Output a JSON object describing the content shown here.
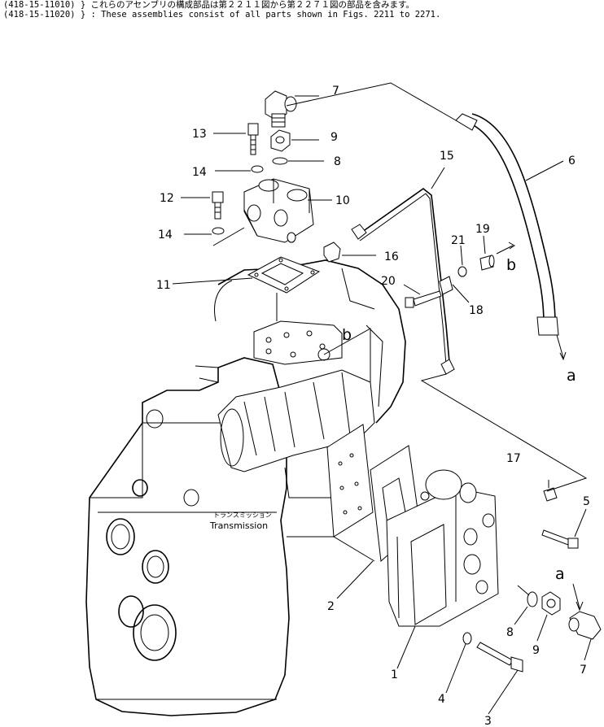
{
  "header": {
    "line1": "(418-15-11010) } これらのアセンブリの構成部品は第２２１１図から第２２７１図の部品を含みます。",
    "line2": "(418-15-11020) } : These assemblies consist of all parts shown in Figs. 2211 to 2271."
  },
  "diagram": {
    "transmission_label_jp": "トランスミッション",
    "transmission_label_en": "Transmission",
    "callouts": [
      "1",
      "2",
      "3",
      "4",
      "5",
      "6",
      "7",
      "7",
      "8",
      "8",
      "9",
      "9",
      "10",
      "11",
      "12",
      "13",
      "14",
      "14",
      "15",
      "16",
      "17",
      "18",
      "19",
      "20",
      "21"
    ],
    "connector_labels": [
      "a",
      "a",
      "b",
      "b"
    ]
  }
}
